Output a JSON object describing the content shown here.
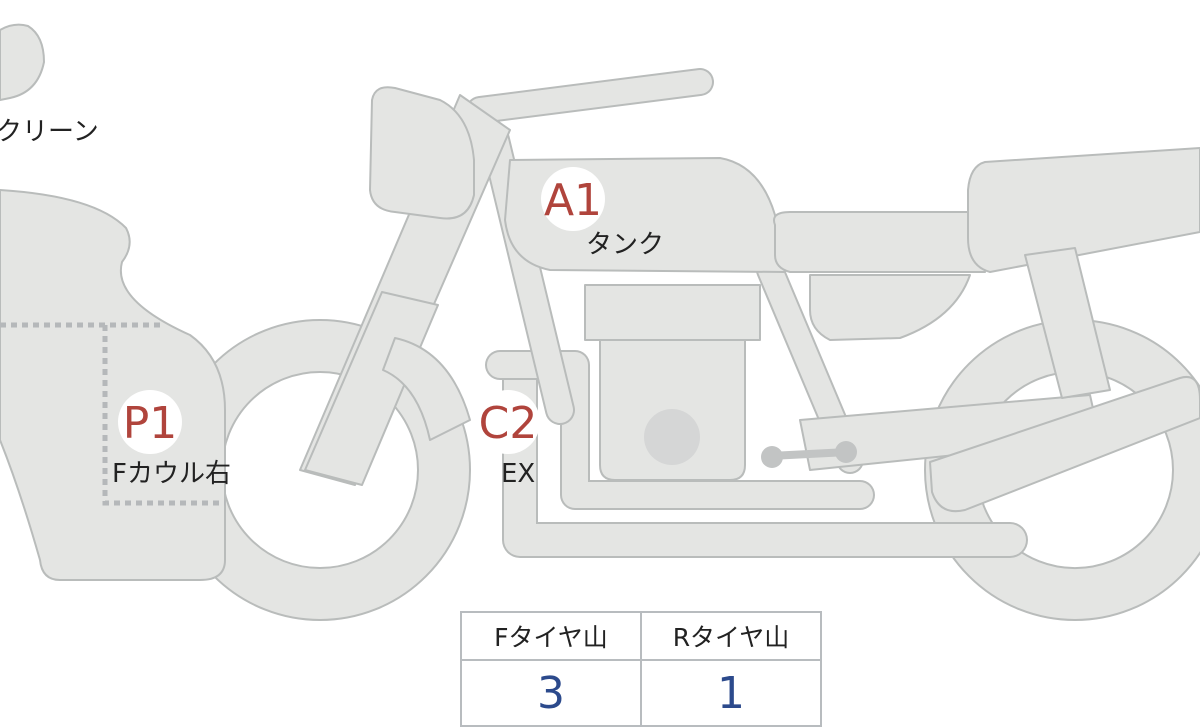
{
  "colors": {
    "body_fill": "#e4e5e3",
    "body_stroke": "#b9bcbb",
    "marker_text": "#b0443c",
    "tire_value": "#2c4a8c",
    "dotted_line": "#b5b8ba"
  },
  "markers": [
    {
      "code": "A1",
      "label": "タンク"
    },
    {
      "code": "C2",
      "label": "EX"
    },
    {
      "code": "P1",
      "label": "Fカウル右"
    }
  ],
  "partial_label": "クリーン",
  "tire_table": {
    "headers": [
      "Fタイヤ山",
      "Rタイヤ山"
    ],
    "values": [
      "3",
      "1"
    ]
  }
}
